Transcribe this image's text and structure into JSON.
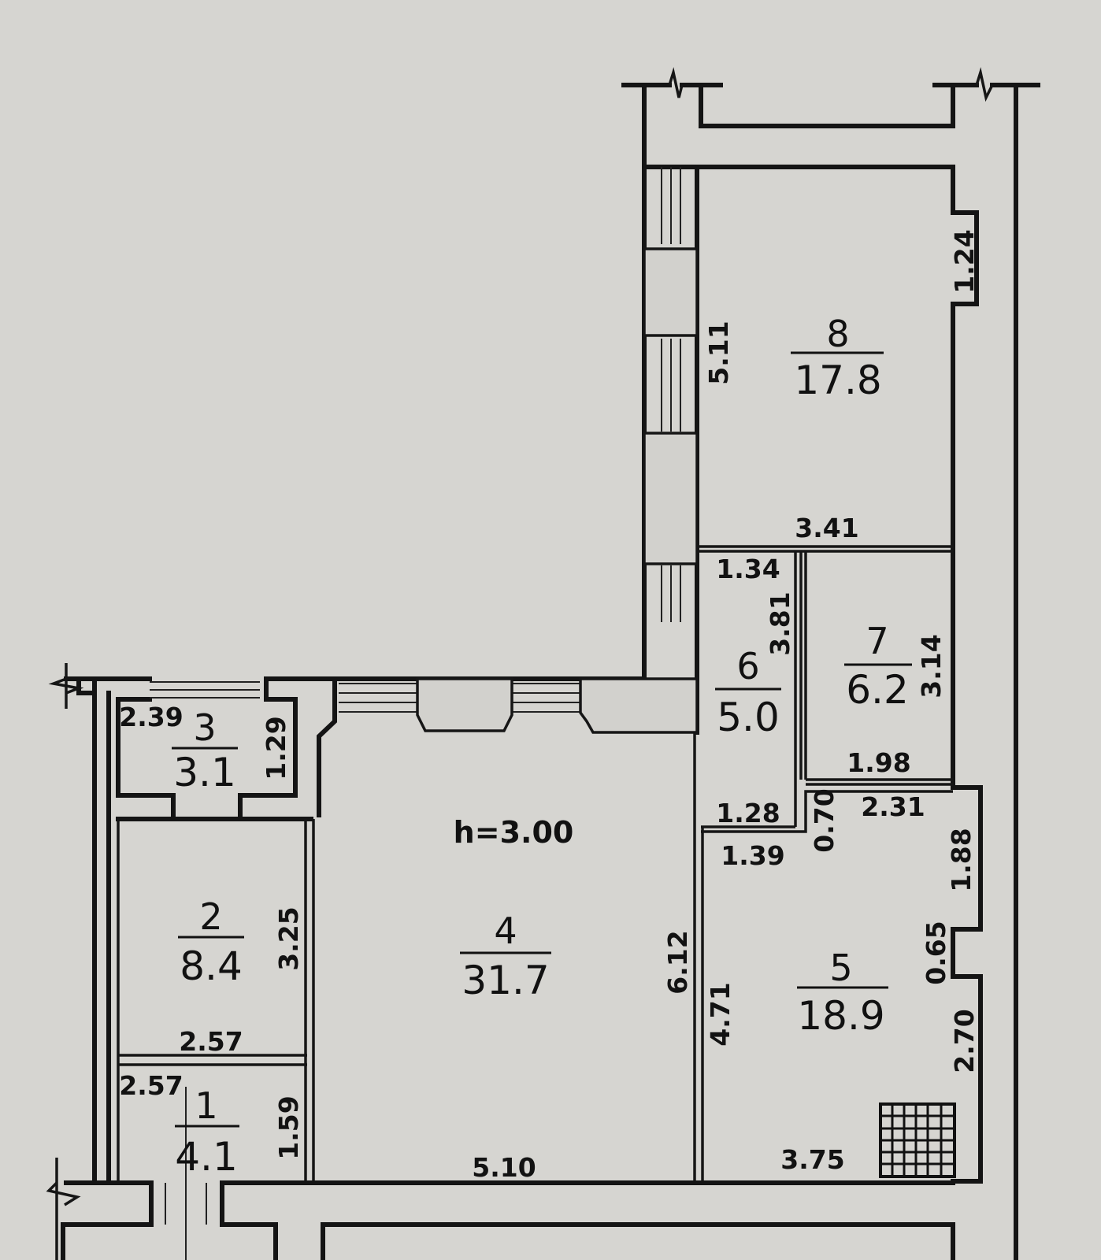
{
  "ceiling_height": "h=3.00",
  "rooms": [
    {
      "number": "1",
      "area": "4.1"
    },
    {
      "number": "2",
      "area": "8.4"
    },
    {
      "number": "3",
      "area": "3.1"
    },
    {
      "number": "4",
      "area": "31.7"
    },
    {
      "number": "5",
      "area": "18.9"
    },
    {
      "number": "6",
      "area": "5.0"
    },
    {
      "number": "7",
      "area": "6.2"
    },
    {
      "number": "8",
      "area": "17.8"
    }
  ],
  "dimensions": [
    "1.24",
    "5.11",
    "3.41",
    "1.34",
    "3.81",
    "3.14",
    "1.98",
    "2.39",
    "1.29",
    "1.28",
    "0.70",
    "2.31",
    "1.39",
    "1.88",
    "3.25",
    "6.12",
    "0.65",
    "4.71",
    "2.70",
    "2.57",
    "2.57",
    "1.59",
    "5.10",
    "3.75"
  ]
}
